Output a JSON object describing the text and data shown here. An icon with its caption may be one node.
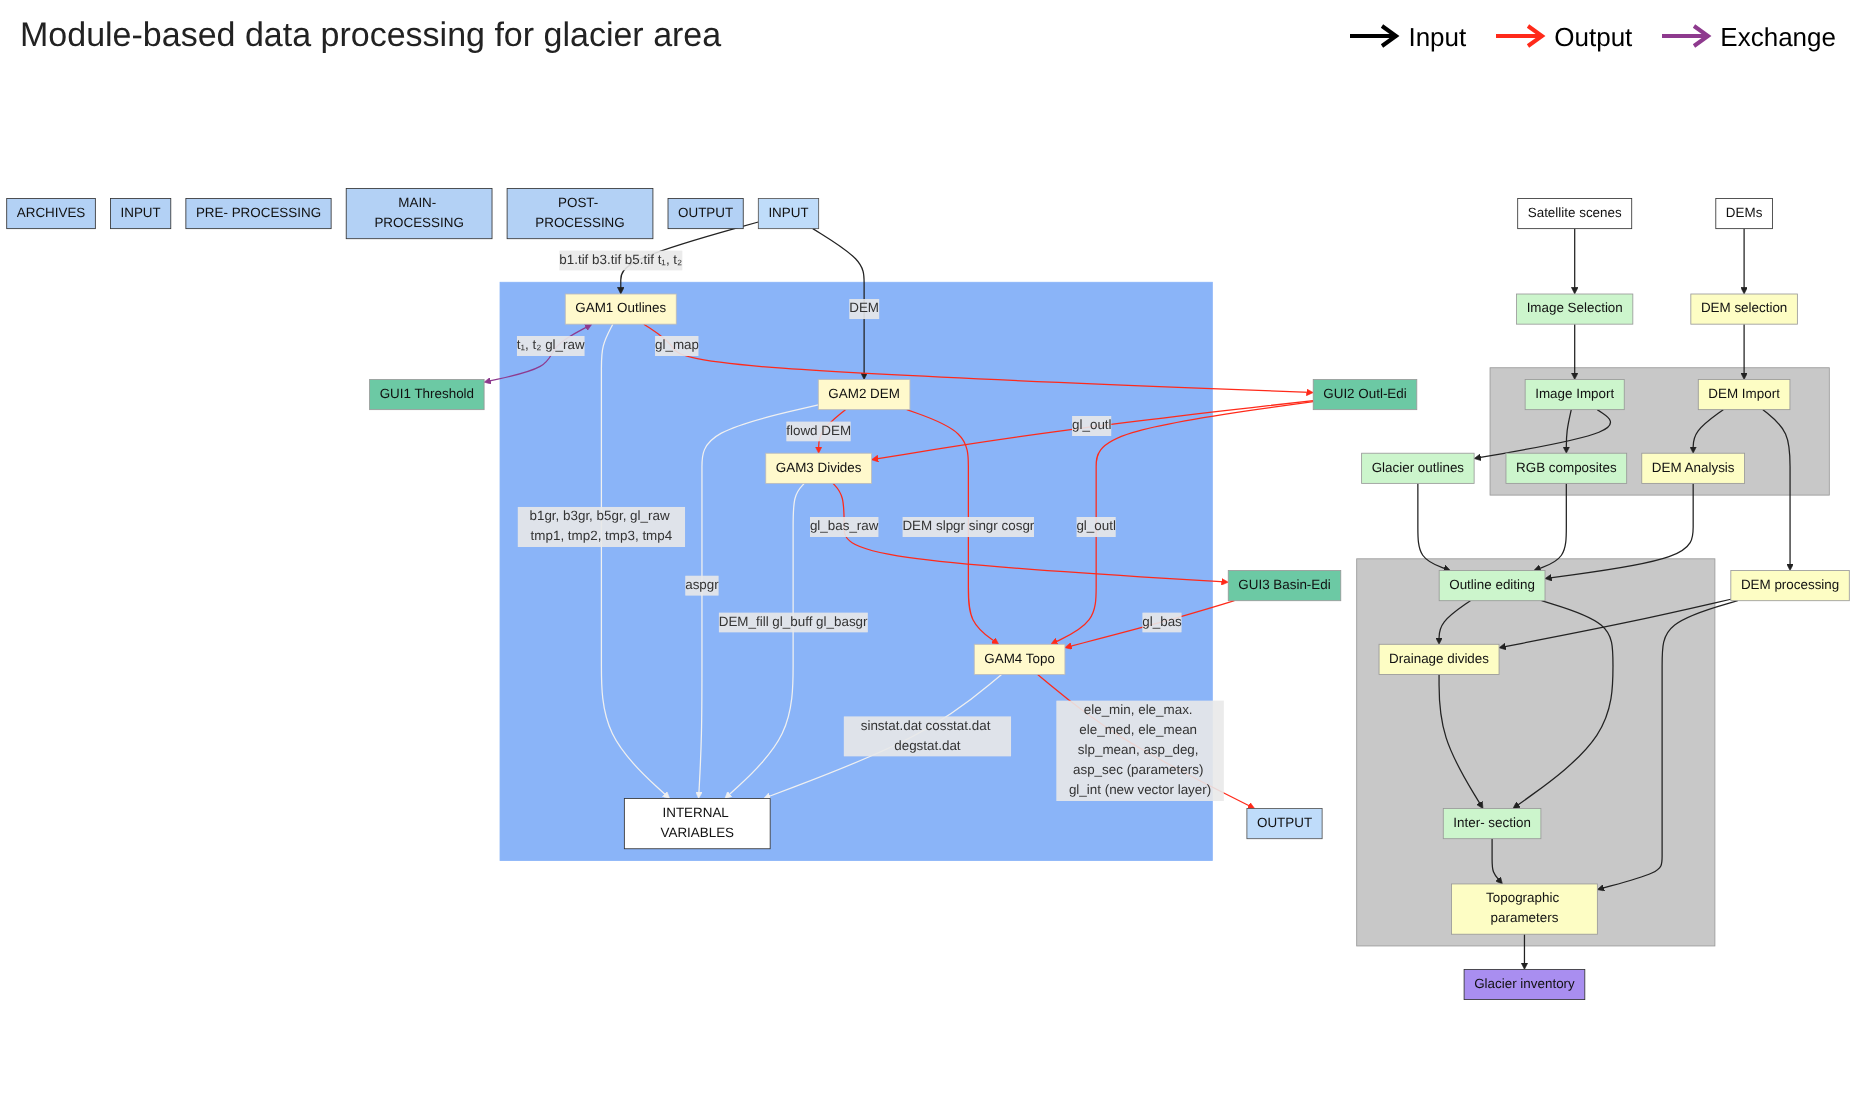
{
  "diagram": {
    "title": "Module-based data processing for glacier area",
    "nodes": [
      {
        "text": [
          "ARCHIVES"
        ]
      },
      {
        "text": [
          "INPUT"
        ]
      },
      {
        "text": [
          "PRE- PROCESSING"
        ]
      },
      {
        "text": [
          "MAIN- PROCESSING"
        ]
      },
      {
        "text": [
          "POST- PROCESSING"
        ]
      },
      {
        "text": [
          "OUTPUT"
        ]
      },
      {
        "text": [
          "Satellite scenes"
        ]
      },
      {
        "text": [
          "DEMs"
        ]
      },
      {
        "text": [
          "Image Selection"
        ]
      },
      {
        "text": [
          "DEM selection"
        ]
      },
      {
        "text": [],
        "shape": "box"
      },
      {
        "text": [
          "Image Import"
        ],
        "in": 10
      },
      {
        "text": [
          "DEM Import"
        ],
        "in": 10
      },
      {
        "text": [
          "RGB composites"
        ],
        "in": 10
      },
      {
        "text": [
          "DEM Analysis"
        ],
        "in": 10
      },
      {
        "text": [
          "Glacier outlines"
        ]
      },
      {
        "text": [
          "DEM processing"
        ]
      },
      {
        "text": [],
        "shape": "box"
      },
      {
        "text": [
          "Outline editing"
        ],
        "in": 17
      },
      {
        "text": [
          "Drainage divides"
        ],
        "in": 17
      },
      {
        "text": [
          "Inter- section"
        ],
        "in": 17
      },
      {
        "text": [
          "Topographic parameters"
        ],
        "in": 17
      },
      {
        "text": [
          "Glacier inventory"
        ]
      },
      {
        "text": [
          "INPUT"
        ]
      },
      {
        "text": [],
        "shape": "box"
      },
      {
        "text": [
          "GAM1 Outlines"
        ],
        "in": 24
      },
      {
        "text": [
          "GAM2 DEM"
        ],
        "in": 24
      },
      {
        "text": [
          "GAM3 Divides"
        ],
        "in": 24
      },
      {
        "text": [
          "GAM4 Topo"
        ],
        "in": 24
      },
      {
        "text": [
          "INTERNAL VARIABLES"
        ],
        "in": 24
      },
      {
        "text": [
          "GUI1 Threshold"
        ]
      },
      {
        "text": [
          "GUI2 Outl-Edi"
        ]
      },
      {
        "text": [
          "GUI3 Basin-Edi"
        ]
      },
      {
        "text": [
          "OUTPUT"
        ]
      }
    ],
    "edges": [
      {
        "from": 6,
        "to": 8,
        "arrow": "to"
      },
      {
        "from": 7,
        "to": 9,
        "arrow": "to"
      },
      {
        "from": 8,
        "to": 11,
        "arrow": "to"
      },
      {
        "from": 9,
        "to": 12,
        "arrow": "to"
      },
      {
        "from": 11,
        "to": 13,
        "arrow": "to"
      },
      {
        "from": 12,
        "to": 14,
        "arrow": "to"
      },
      {
        "from": 11,
        "to": 15,
        "arrow": "to"
      },
      {
        "from": 12,
        "to": 16,
        "arrow": "to"
      },
      {
        "from": 13,
        "to": 18,
        "arrow": "to"
      },
      {
        "from": 14,
        "to": 18,
        "arrow": "to"
      },
      {
        "from": 15,
        "to": 18,
        "arrow": "to"
      },
      {
        "from": 16,
        "to": 19,
        "arrow": "to"
      },
      {
        "from": 18,
        "to": 19,
        "arrow": "to"
      },
      {
        "from": 18,
        "to": 20,
        "arrow": "to"
      },
      {
        "from": 19,
        "to": 20,
        "arrow": "to"
      },
      {
        "from": 20,
        "to": 21,
        "arrow": "to"
      },
      {
        "from": 16,
        "to": 21,
        "arrow": "to"
      },
      {
        "from": 21,
        "to": 22,
        "arrow": "to"
      },
      {
        "from": 23,
        "to": 25,
        "arrow": "to",
        "label": "b1.tif b3.tif b5.tif t₁, t₂"
      },
      {
        "from": 23,
        "to": 26,
        "arrow": "to",
        "label": "DEM"
      },
      {
        "from": 25,
        "to": 30,
        "arrow": "both",
        "label": "t₁, t₂ gl_raw",
        "color": "#8e3a8e"
      },
      {
        "from": 25,
        "to": 29,
        "arrow": "to",
        "label": "b1gr, b3gr, b5gr, gl_raw tmp1, tmp2, tmp3, tmp4",
        "color": "#f0f0f0"
      },
      {
        "from": 26,
        "to": 29,
        "arrow": "to",
        "label": "aspgr",
        "color": "#f0f0f0"
      },
      {
        "from": 25,
        "to": 31,
        "arrow": "to",
        "label": "gl_map",
        "color": "#ff2a1a"
      },
      {
        "from": 31,
        "to": 27,
        "arrow": "to",
        "label": "gl_outl",
        "color": "#ff2a1a"
      },
      {
        "from": 31,
        "to": 28,
        "arrow": "to",
        "label": "gl_outl",
        "color": "#ff2a1a"
      },
      {
        "from": 26,
        "to": 27,
        "arrow": "to",
        "label": "flowd DEM",
        "color": "#ff2a1a"
      },
      {
        "from": 26,
        "to": 28,
        "arrow": "to",
        "label": "DEM slpgr singr cosgr",
        "color": "#ff2a1a"
      },
      {
        "from": 27,
        "to": 29,
        "arrow": "to",
        "label": "DEM_fill gl_buff gl_basgr",
        "color": "#f0f0f0"
      },
      {
        "from": 27,
        "to": 32,
        "arrow": "to",
        "label": "gl_bas_raw",
        "color": "#ff2a1a"
      },
      {
        "from": 32,
        "to": 28,
        "arrow": "to",
        "label": "gl_bas",
        "color": "#ff2a1a"
      },
      {
        "from": 28,
        "to": 29,
        "arrow": "to",
        "label": "sinstat.dat cosstat.dat degstat.dat",
        "color": "#f0f0f0"
      },
      {
        "from": 28,
        "to": 33,
        "arrow": "to",
        "label": "ele_min, ele_max. ele_med, ele_mean slp_mean, asp_deg, asp_sec (parameters) gl_int (new vector layer)",
        "color": "#ff2a1a"
      }
    ],
    "legend": [
      {
        "text": "Input"
      },
      {
        "text": "Output"
      },
      {
        "text": "Exchange"
      }
    ]
  }
}
